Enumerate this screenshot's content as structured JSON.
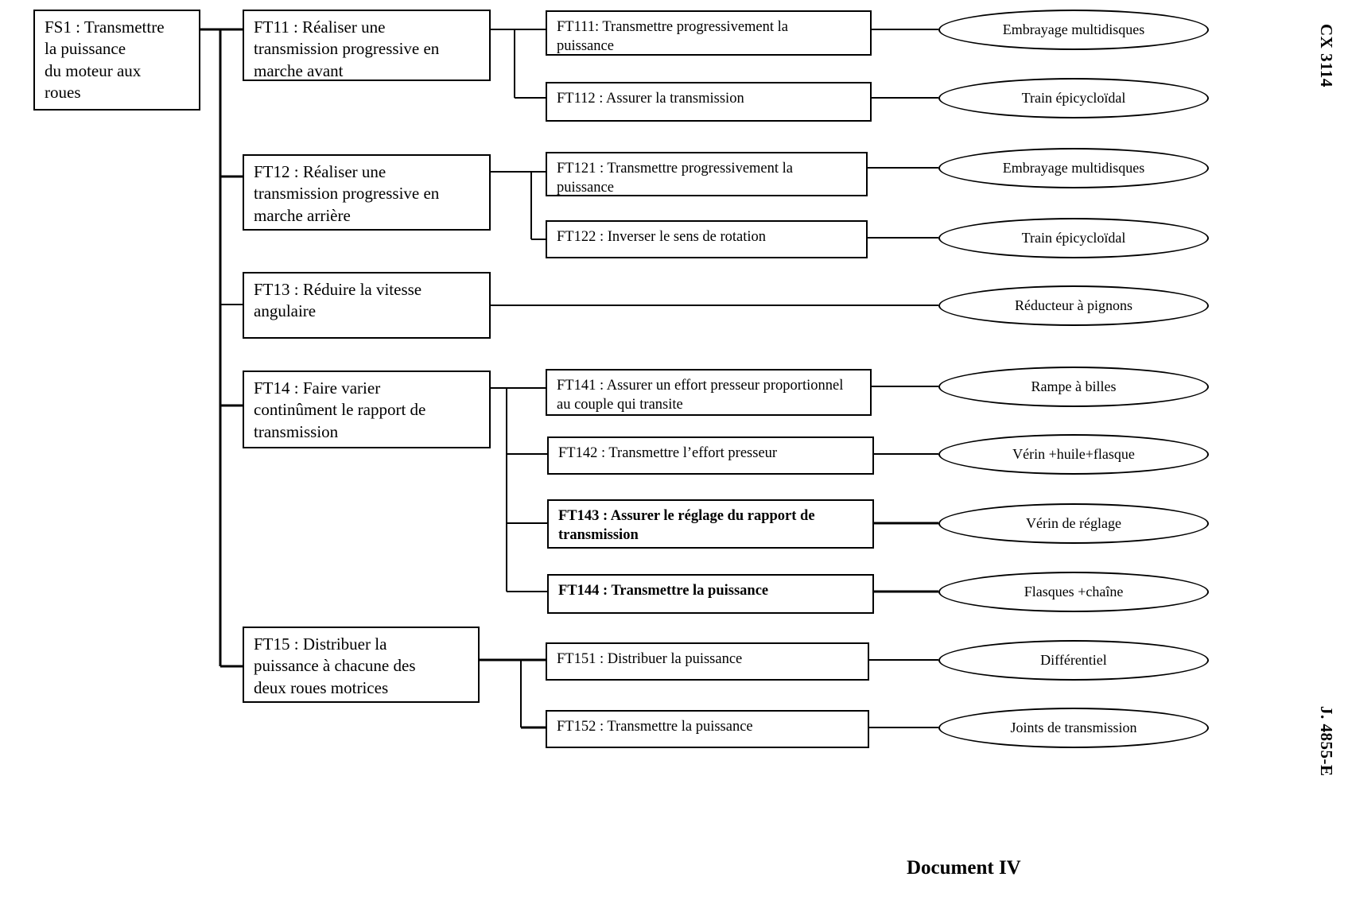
{
  "page": {
    "caption": "Document IV",
    "side_label_top": "CX 3114",
    "side_label_bottom": "J. 4855-E"
  },
  "diagram": {
    "type": "functional-decomposition-tree",
    "root": {
      "id": "FS1",
      "label": "FS1 : Transmettre\nla puissance\ndu moteur aux\nroues"
    },
    "branches": [
      {
        "id": "FT11",
        "label": "FT11 : Réaliser  une\ntransmission progressive en\nmarche avant",
        "children": [
          {
            "id": "FT111",
            "label": "FT111: Transmettre progressivement la\npuissance",
            "solution": "Embrayage multidisques"
          },
          {
            "id": "FT112",
            "label": "FT112 : Assurer la transmission",
            "solution": "Train épicycloïdal"
          }
        ]
      },
      {
        "id": "FT12",
        "label": "FT12 : Réaliser une\ntransmission progressive en\nmarche arrière",
        "children": [
          {
            "id": "FT121",
            "label": "FT121 : Transmettre progressivement la\npuissance",
            "solution": "Embrayage multidisques"
          },
          {
            "id": "FT122",
            "label": "FT122 : Inverser le sens de rotation",
            "solution": "Train épicycloïdal"
          }
        ]
      },
      {
        "id": "FT13",
        "label": "FT13 : Réduire la vitesse\nangulaire",
        "children": [],
        "solution": "Réducteur à pignons"
      },
      {
        "id": "FT14",
        "label": "FT14 : Faire varier\ncontinûment le rapport de\ntransmission",
        "children": [
          {
            "id": "FT141",
            "label": "FT141 : Assurer un effort presseur proportionnel\nau couple qui transite",
            "solution": "Rampe à billes"
          },
          {
            "id": "FT142",
            "label": "FT142 : Transmettre l’effort presseur",
            "solution": "Vérin  +huile+flasque"
          },
          {
            "id": "FT143",
            "label": "FT143 : Assurer  le réglage du rapport de\ntransmission",
            "solution": "Vérin de réglage"
          },
          {
            "id": "FT144",
            "label": "FT144 : Transmettre la puissance",
            "solution": "Flasques +chaîne"
          }
        ]
      },
      {
        "id": "FT15",
        "label": "FT15 : Distribuer la\npuissance  à chacune des\ndeux roues motrices",
        "children": [
          {
            "id": "FT151",
            "label": "FT151 : Distribuer la puissance",
            "solution": "Différentiel"
          },
          {
            "id": "FT152",
            "label": "FT152 : Transmettre la puissance",
            "solution": "Joints de transmission"
          }
        ]
      }
    ]
  },
  "colors": {
    "line": "#000000",
    "text": "#000000",
    "background": "#ffffff"
  }
}
